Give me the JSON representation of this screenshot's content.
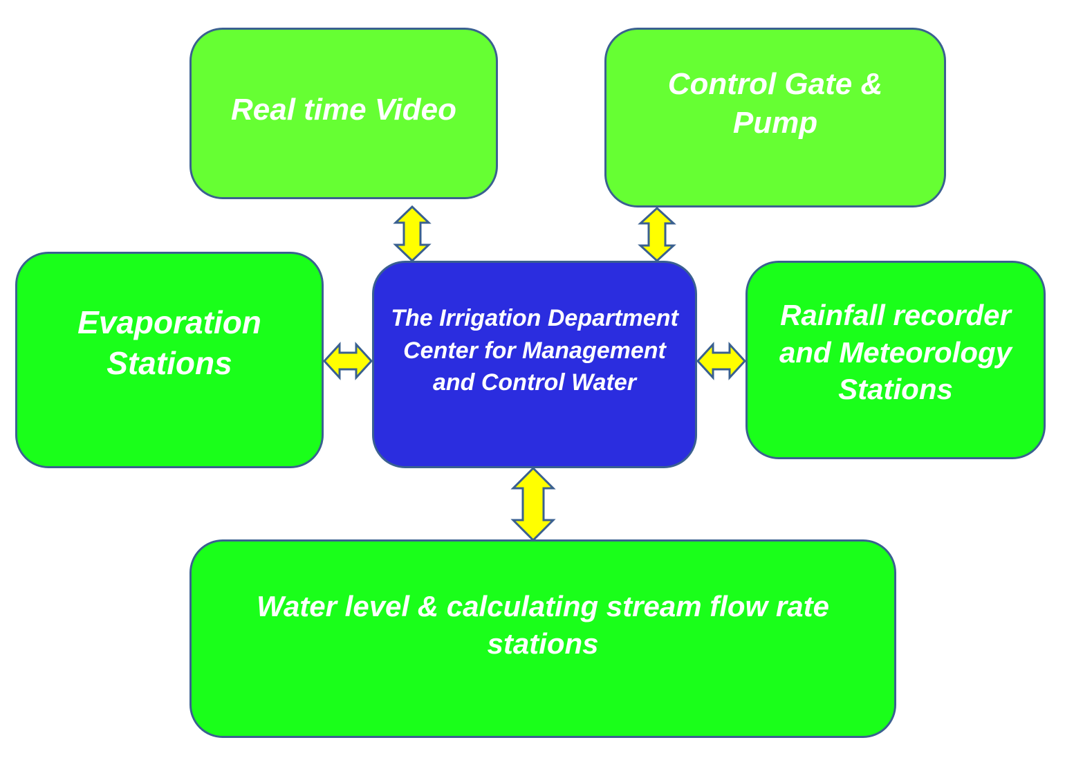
{
  "diagram": {
    "nodes": {
      "real_time_video": {
        "label": "Real time Video",
        "fill": "#66ff33"
      },
      "control_gate_pump": {
        "label": "Control Gate &\nPump",
        "fill": "#66ff33"
      },
      "evaporation_stations": {
        "label": "Evaporation\nStations",
        "fill": "#1aff1a"
      },
      "center": {
        "label": "The Irrigation Department\nCenter  for Management\nand Control  Water",
        "fill": "#2b2ddf"
      },
      "rainfall_stations": {
        "label": "Rainfall recorder\nand Meteorology\nStations",
        "fill": "#1aff1a"
      },
      "water_level_stations": {
        "label": "Water level & calculating stream flow rate\nstations",
        "fill": "#1aff1a"
      }
    },
    "edges": [
      {
        "from": "center",
        "to": "real_time_video",
        "type": "bidirectional"
      },
      {
        "from": "center",
        "to": "control_gate_pump",
        "type": "bidirectional"
      },
      {
        "from": "center",
        "to": "evaporation_stations",
        "type": "bidirectional"
      },
      {
        "from": "center",
        "to": "rainfall_stations",
        "type": "bidirectional"
      },
      {
        "from": "center",
        "to": "water_level_stations",
        "type": "bidirectional"
      }
    ],
    "colors": {
      "border": "#3a6090",
      "arrow_fill": "#ffff00",
      "arrow_stroke": "#3a6090",
      "text": "#ffffff"
    }
  }
}
